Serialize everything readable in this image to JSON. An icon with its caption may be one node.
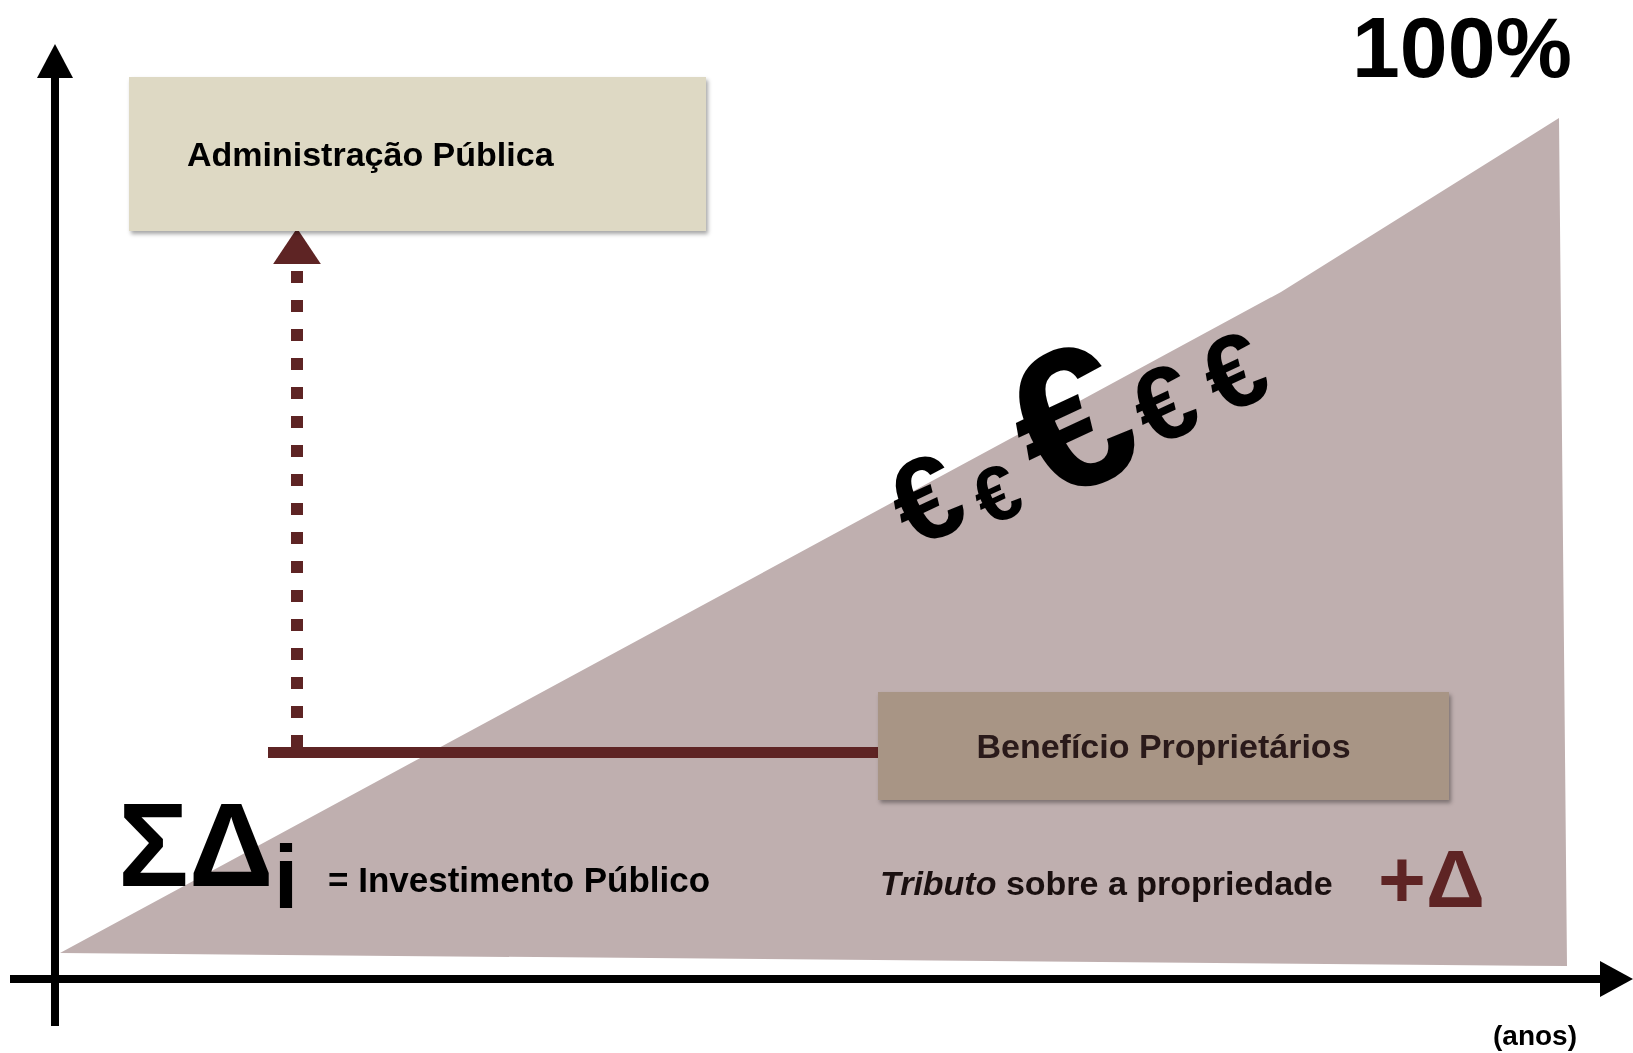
{
  "diagram": {
    "nodes": [
      {
        "text": [
          "Administração Pública"
        ]
      },
      {
        "text": [
          "Benefício Proprietários"
        ]
      },
      {
        "text": [],
        "shape": "bar"
      }
    ],
    "edges": [
      {
        "from": 1,
        "to": 2,
        "arrow": "none"
      },
      {
        "from": 2,
        "to": 0,
        "arrow": "to",
        "style": "dashed"
      }
    ],
    "labels": [
      "100%",
      "€",
      "€",
      "€",
      "€",
      "€",
      "ΣΔ$_{i}$",
      "= Investimento Público",
      "*Tributo* sobre a propriedade",
      "+Δ",
      "(anos)"
    ]
  }
}
